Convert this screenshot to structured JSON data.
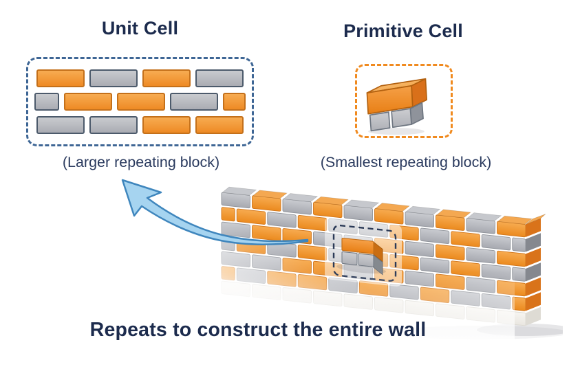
{
  "titles": {
    "unit_cell": "Unit Cell",
    "primitive_cell": "Primitive Cell"
  },
  "captions": {
    "unit_cell": "(Larger repeating block)",
    "primitive_cell": "(Smallest repeating block)"
  },
  "footer": "Repeats to construct the entire wall",
  "unit_cell": {
    "rows": [
      [
        "O",
        "G",
        "O",
        "G"
      ],
      [
        "g",
        "O",
        "O",
        "G",
        "o"
      ],
      [
        "G",
        "G",
        "O",
        "O"
      ]
    ]
  },
  "primitive_cell": {
    "bricks": [
      "orange-top",
      "gray-bottom-left",
      "gray-bottom-right"
    ]
  },
  "wall": {
    "rows": [
      "GOGOGOGOGO",
      "oOGOGGOGOGg",
      "GOOGGOGOGO",
      "gOGOGOOGOGg",
      "GGOOGOGOGO",
      "oGOOGOGOGGo",
      "PPPPPPPPPP"
    ]
  },
  "colors": {
    "navy_text": "#1C2B4D",
    "caption_text": "#2A3A5E",
    "unit_box_dash": "#3E6695",
    "primitive_box_dash": "#F08A1F",
    "brick_orange": "#F09130",
    "brick_gray": "#B3B5BC",
    "brick_pale": "#F0EEE9",
    "wall_orange_edge": "#D0751B",
    "wall_gray_edge": "#8F939A",
    "wall_pale_edge": "#DCD9D2",
    "side_orange": "#D9731A",
    "side_gray": "#85888F",
    "side_pale": "#DEDBD4",
    "cap_orange": "#F4A851",
    "cap_gray": "#C6C8CD",
    "cap_pale": "#EFEDE8",
    "arrow_fill": "#A6D4F0",
    "arrow_stroke": "#3F86BD",
    "highlight_dash": "#2B3A57"
  }
}
